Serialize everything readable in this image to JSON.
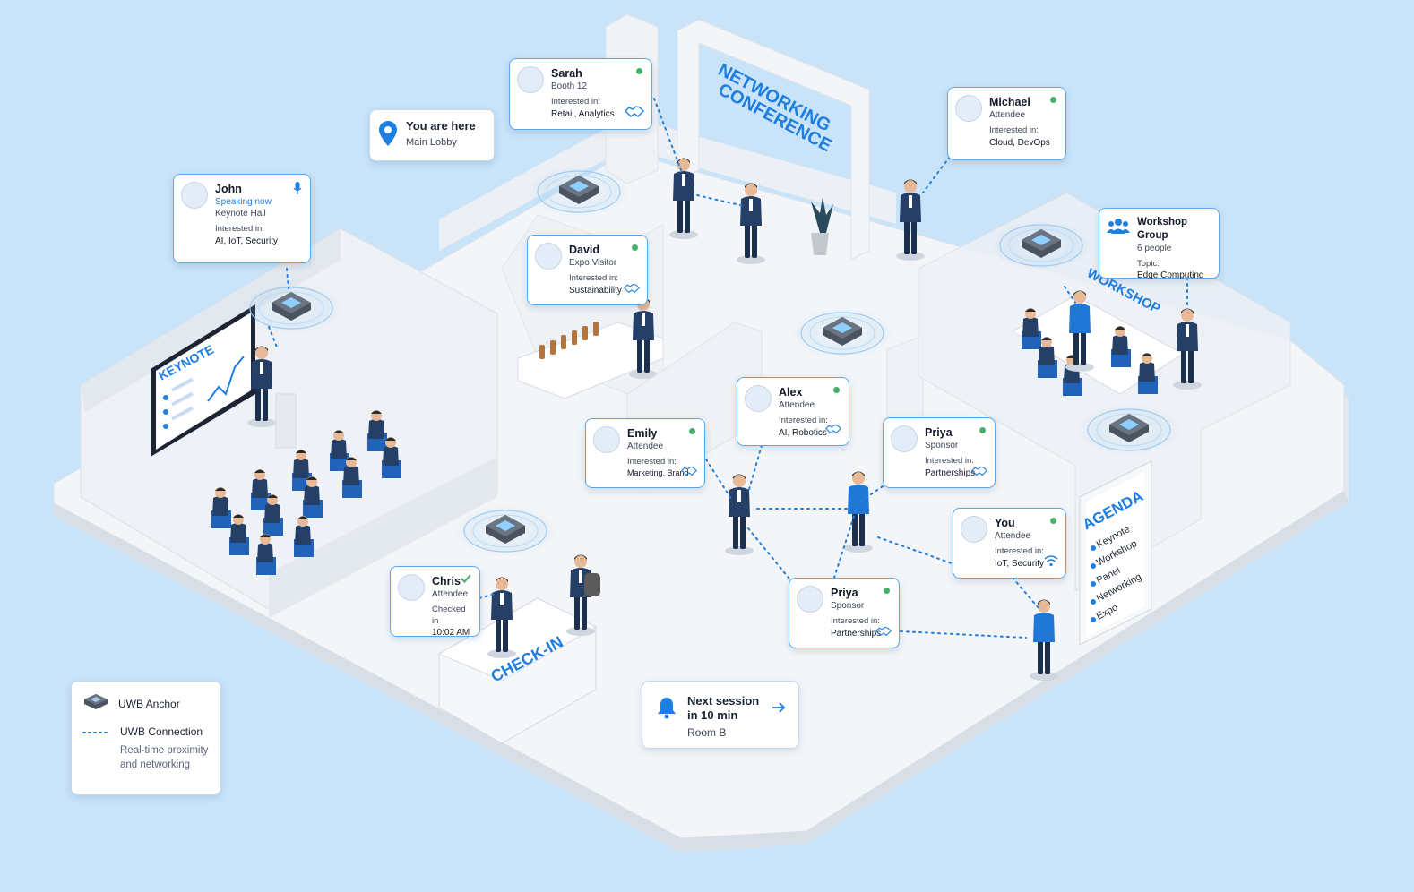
{
  "location": {
    "title": "You are here",
    "subtitle": "Main Lobby"
  },
  "signs": {
    "networking_line1": "NETWORKING",
    "networking_line2": "CONFERENCE",
    "keynote": "KEYNOTE",
    "workshop": "WORKSHOP",
    "checkin": "CHECK-IN",
    "agenda": "AGENDA"
  },
  "agenda_items": [
    "Keynote",
    "Workshop",
    "Panel",
    "Networking",
    "Expo"
  ],
  "cards": {
    "sarah": {
      "name": "Sarah",
      "role": "Booth 12",
      "interest_label": "Interested in:",
      "interests": "Retail, Analytics"
    },
    "michael": {
      "name": "Michael",
      "role": "Attendee",
      "interest_label": "Interested in:",
      "interests": "Cloud, DevOps"
    },
    "john": {
      "name": "John",
      "status": "Speaking now",
      "location": "Keynote Hall",
      "interest_label": "Interested in:",
      "interests": "AI, IoT, Security"
    },
    "david": {
      "name": "David",
      "role": "Expo Visitor",
      "interest_label": "Interested in:",
      "interests": "Sustainability"
    },
    "workshop_group": {
      "name": "Workshop Group",
      "count": "6 people",
      "topic_label": "Topic:",
      "topic": "Edge Computing"
    },
    "alex": {
      "name": "Alex",
      "role": "Attendee",
      "interest_label": "Interested in:",
      "interests": "AI, Robotics"
    },
    "emily": {
      "name": "Emily",
      "role": "Attendee",
      "interest_label": "Interested in:",
      "interests": "Marketing, Brand"
    },
    "priya_top": {
      "name": "Priya",
      "role": "Sponsor",
      "interest_label": "Interested in:",
      "interests": "Partnerships"
    },
    "you": {
      "name": "You",
      "role": "Attendee",
      "interest_label": "Interested in:",
      "interests": "IoT, Security"
    },
    "chris": {
      "name": "Chris",
      "role": "Attendee",
      "status_line1": "Checked in",
      "status_line2": "10:02 AM"
    },
    "priya_bottom": {
      "name": "Priya",
      "role": "Sponsor",
      "interest_label": "Interested in:",
      "interests": "Partnerships"
    }
  },
  "legend": {
    "anchor_label": "UWB Anchor",
    "connection_label": "UWB Connection",
    "note_line1": "Real-time proximity",
    "note_line2": "and networking"
  },
  "notification": {
    "title": "Next session in 10 min",
    "subtitle": "Room B"
  },
  "colors": {
    "background": "#c9e3f8",
    "accent": "#1f7fe0",
    "online": "#46b06a",
    "floor": "#f2f4f7",
    "suit": "#1f3556"
  },
  "icons": [
    "map-pin-icon",
    "microphone-icon",
    "handshake-icon",
    "wifi-icon",
    "check-icon",
    "people-icon",
    "bell-icon",
    "arrow-right-icon",
    "uwb-anchor-icon"
  ]
}
